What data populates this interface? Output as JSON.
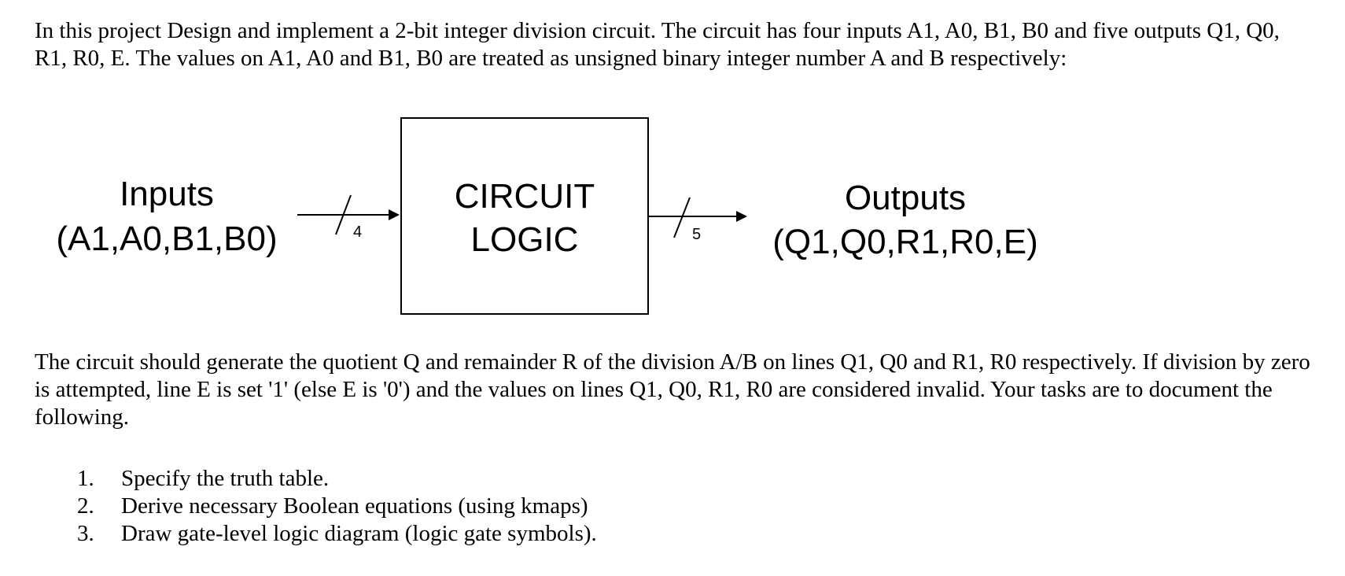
{
  "intro_text": "In this project Design and implement a 2-bit integer division circuit. The circuit has four inputs A1, A0, B1, B0 and five outputs Q1, Q0, R1, R0, E. The values on A1, A0 and B1, B0 are treated as unsigned binary integer number A and B respectively:",
  "diagram": {
    "inputs_title": "Inputs",
    "inputs_signals": "(A1,A0,B1,B0)",
    "input_bus_width": "4",
    "block_line1": "CIRCUIT",
    "block_line2": "LOGIC",
    "output_bus_width": "5",
    "outputs_title": "Outputs",
    "outputs_signals": "(Q1,Q0,R1,R0,E)"
  },
  "description_text": "The circuit should generate the quotient Q and remainder R of the division A/B on lines Q1, Q0 and R1, R0 respectively. If division by zero is attempted, line E is set '1' (else E is '0') and the values on lines Q1, Q0, R1, R0 are considered invalid. Your tasks are to document the following.",
  "tasks": [
    {
      "number": "1.",
      "text": "Specify the truth table."
    },
    {
      "number": "2.",
      "text": "Derive necessary Boolean equations (using kmaps)"
    },
    {
      "number": "3.",
      "text": "Draw gate-level logic diagram (logic gate symbols)."
    }
  ]
}
